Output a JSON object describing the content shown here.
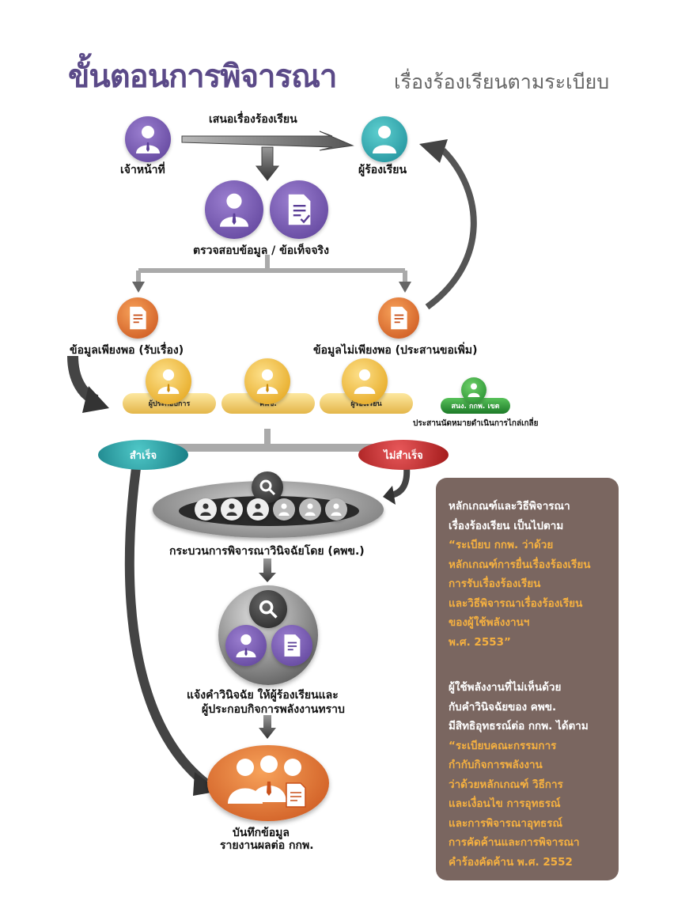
{
  "title": {
    "main": "ขั้นตอนการพิจารณา",
    "sub": "เรื่องร้องเรียนตามระเบียบ"
  },
  "top": {
    "submit_label": "เสนอเรื่องร้องเรียน",
    "officer_label": "เจ้าหน้าที่",
    "complainant_label": "ผู้ร้องเรียน"
  },
  "check_label": "ตรวจสอบข้อมูล / ข้อเท็จจริง",
  "branch": {
    "sufficient_label": "ข้อมูลเพียงพอ (รับเรื่อง)",
    "insufficient_label": "ข้อมูลไม่เพียงพอ (ประสานขอเพิ่ม)"
  },
  "parties": [
    {
      "label": "ผู้ประกอบการ"
    },
    {
      "label": "คพข."
    },
    {
      "label": "ผู้ร้องเรียน"
    }
  ],
  "mediator": {
    "label": "สนง. กกพ. เขต",
    "note": "ประสานนัดหมายดำเนินการไกล่เกลี่ย"
  },
  "outcome": {
    "success": "สำเร็จ",
    "fail": "ไม่สำเร็จ"
  },
  "process_label": "กระบวนการพิจารณาวินิจฉัยโดย (คพข.)",
  "notify": {
    "line1": "แจ้งคำวินิจฉัย ให้ผู้ร้องเรียนและ",
    "line2": "ผู้ประกอบกิจการพลังงานทราบ"
  },
  "record": {
    "line1": "บันทึกข้อมูล",
    "line2": "รายงานผลต่อ กกพ."
  },
  "panel": {
    "p1": [
      {
        "text": "หลักเกณฑ์และวิธีพิจารณา",
        "style": "white"
      },
      {
        "text": "เรื่องร้องเรียน เป็นไปตาม",
        "style": "white"
      },
      {
        "text": "“ระเบียบ กกพ. ว่าด้วย",
        "style": "yellow"
      },
      {
        "text": "หลักเกณฑ์การยื่นเรื่องร้องเรียน",
        "style": "yellow"
      },
      {
        "text": "การรับเรื่องร้องเรียน",
        "style": "yellow"
      },
      {
        "text": "และวิธีพิจารณาเรื่องร้องเรียน",
        "style": "yellow"
      },
      {
        "text": "ของผู้ใช้พลังงานฯ",
        "style": "yellow"
      },
      {
        "text": "พ.ศ. 2553”",
        "style": "yellow"
      }
    ],
    "p2": [
      {
        "text": "ผู้ใช้พลังงานที่ไม่เห็นด้วย",
        "style": "white"
      },
      {
        "text": "กับคำวินิจฉัยของ คพข.",
        "style": "white"
      },
      {
        "text": "มีสิทธิอุทธรณ์ต่อ กกพ. ได้ตาม",
        "style": "white"
      },
      {
        "text": "“ระเบียบคณะกรรมการ",
        "style": "yellow"
      },
      {
        "text": "กำกับกิจการพลังงาน",
        "style": "yellow"
      },
      {
        "text": "ว่าด้วยหลักเกณฑ์ วิธีการ",
        "style": "yellow"
      },
      {
        "text": "และเงื่อนไข การอุทธรณ์",
        "style": "yellow"
      },
      {
        "text": "และการพิจารณาอุทธรณ์",
        "style": "yellow"
      },
      {
        "text": "การคัดค้านและการพิจารณา",
        "style": "yellow"
      },
      {
        "text": "คำร้องคัดค้าน พ.ศ. 2552",
        "style": "yellow"
      }
    ]
  },
  "colors": {
    "purple": "#5a3e96",
    "teal": "#1a8a96",
    "orange": "#c8501a",
    "gold": "#e2a012",
    "green": "#1f8a2a",
    "panel": "#7a6660",
    "highlight": "#f5b040"
  }
}
